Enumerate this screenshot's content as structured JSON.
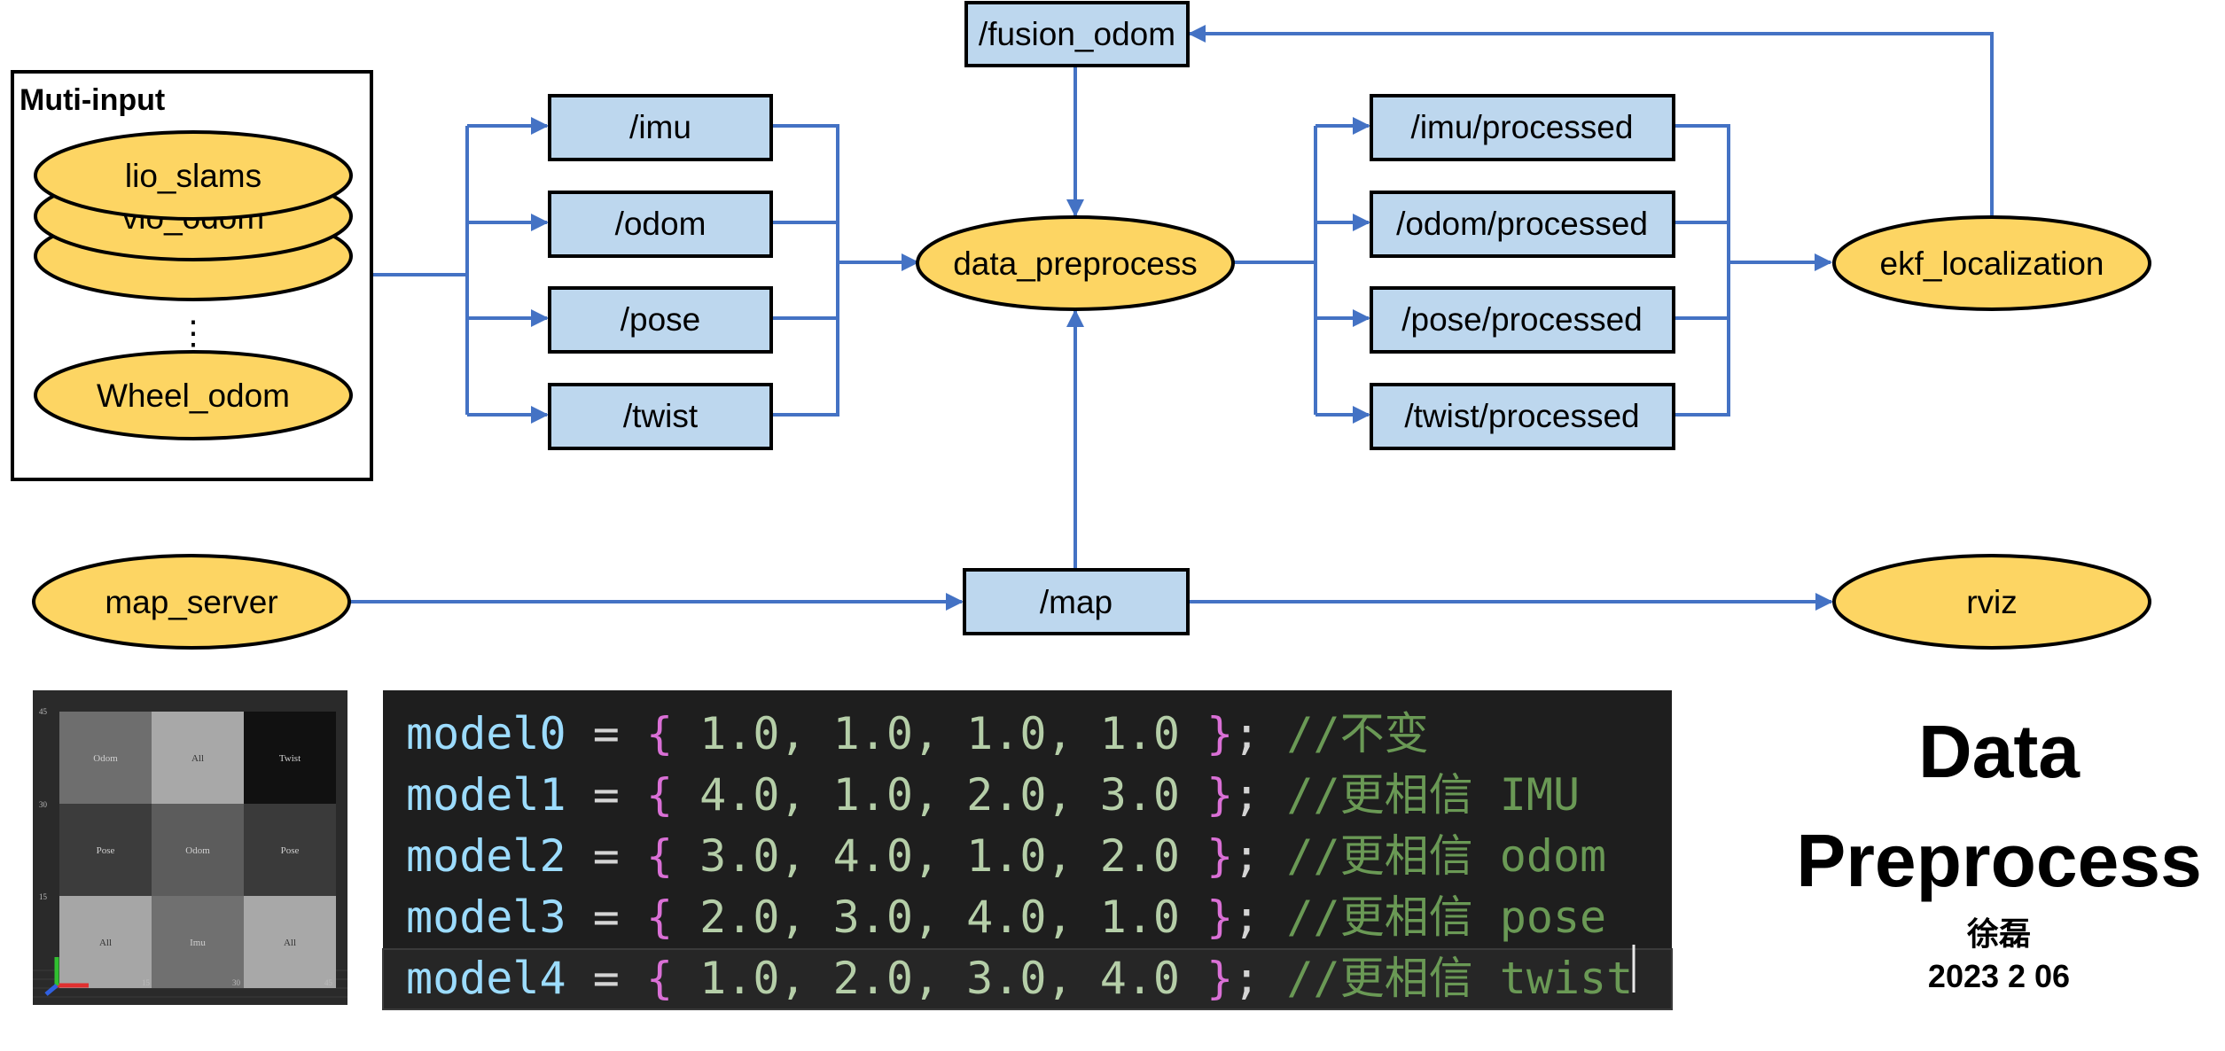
{
  "multi_input": {
    "title": "Muti-input",
    "sources": [
      "lio_slams",
      "vio_odom",
      "",
      "Wheel_odom"
    ],
    "ellipsis": "⋮"
  },
  "topics_in": [
    "/imu",
    "/odom",
    "/pose",
    "/twist"
  ],
  "fusion_odom": "/fusion_odom",
  "data_preprocess": "data_preprocess",
  "topics_out": [
    "/imu/processed",
    "/odom/processed",
    "/pose/processed",
    "/twist/processed"
  ],
  "ekf_localization": "ekf_localization",
  "map_server": "map_server",
  "map_topic": "/map",
  "rviz": "rviz",
  "colors": {
    "node_fill": "#FDD563",
    "topic_fill": "#BDD7EE",
    "arrow": "#4472C4",
    "code_bg": "#1E1E1E"
  },
  "grid_preview": {
    "tiles": [
      [
        "Odom",
        "All",
        "Twist"
      ],
      [
        "Pose",
        "Odom",
        "Pose"
      ],
      [
        "All",
        "Imu",
        "All"
      ]
    ],
    "tile_shades": [
      [
        "#6E6E6E",
        "#A8A8A8",
        "#111111"
      ],
      [
        "#3C3C3C",
        "#5C5C5C",
        "#3A3A3A"
      ],
      [
        "#A6A6A6",
        "#707070",
        "#A8A8A8"
      ]
    ],
    "y_axis": [
      "45",
      "30",
      "15"
    ],
    "x_axis": [
      "15",
      "30",
      "45"
    ]
  },
  "code_lines": [
    {
      "var": "model0",
      "values": "1.0, 1.0, 1.0, 1.0",
      "comment": "//不变"
    },
    {
      "var": "model1",
      "values": "4.0, 1.0, 2.0, 3.0",
      "comment": "//更相信 IMU"
    },
    {
      "var": "model2",
      "values": "3.0, 4.0, 1.0, 2.0",
      "comment": "//更相信 odom"
    },
    {
      "var": "model3",
      "values": "2.0, 3.0, 4.0, 1.0",
      "comment": "//更相信 pose"
    },
    {
      "var": "model4",
      "values": "1.0, 2.0, 3.0, 4.0",
      "comment": "//更相信 twist"
    }
  ],
  "title": {
    "line1": "Data",
    "line2": "Preprocess",
    "author": "徐磊",
    "date": "2023 2 06"
  }
}
